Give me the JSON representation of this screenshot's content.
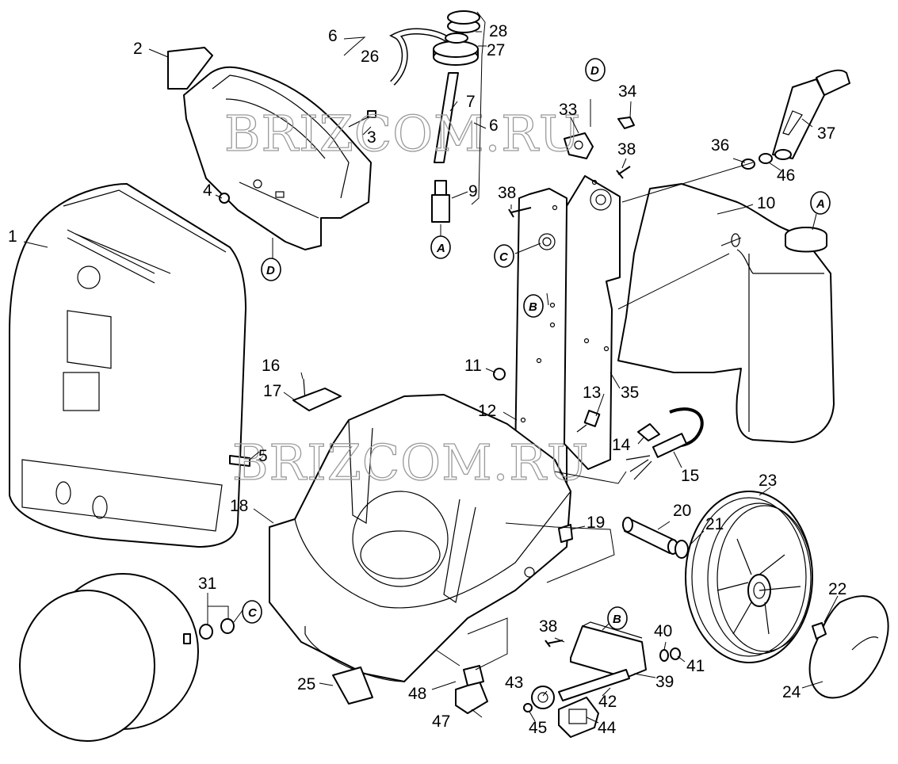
{
  "watermark": {
    "text": "BRIZCOM.RU"
  },
  "part_numbers": [
    "1",
    "2",
    "3",
    "4",
    "5",
    "6",
    "7",
    "9",
    "10",
    "11",
    "12",
    "13",
    "14",
    "15",
    "16",
    "17",
    "18",
    "19",
    "20",
    "21",
    "22",
    "23",
    "24",
    "25",
    "26",
    "27",
    "28",
    "31",
    "33",
    "34",
    "35",
    "36",
    "37",
    "38",
    "39",
    "40",
    "41",
    "42",
    "43",
    "44",
    "45",
    "46",
    "47",
    "48"
  ],
  "connection_callouts": [
    "A",
    "B",
    "C",
    "D"
  ]
}
